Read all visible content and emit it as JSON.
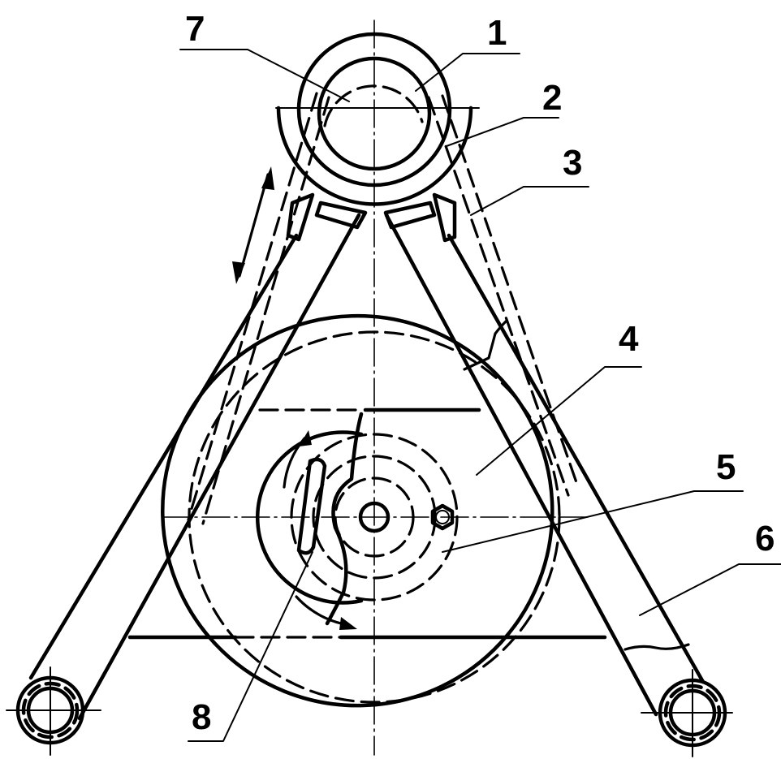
{
  "diagram": {
    "type": "technical-drawing",
    "subject": "belt drive on A-frame with large pulley, small drive roller and two base roller pivots",
    "ink_color": "#000000",
    "background_color": "#ffffff",
    "callouts": [
      {
        "id": "1",
        "label": "1",
        "target": "inner ring of top roller"
      },
      {
        "id": "2",
        "label": "2",
        "target": "semicircular cradle under top roller"
      },
      {
        "id": "3",
        "label": "3",
        "target": "belt (dashed) on right run"
      },
      {
        "id": "4",
        "label": "4",
        "target": "large disk / pulley"
      },
      {
        "id": "5",
        "label": "5",
        "target": "hub with nut"
      },
      {
        "id": "6",
        "label": "6",
        "target": "right frame leg"
      },
      {
        "id": "7",
        "label": "7",
        "target": "top drive roller"
      },
      {
        "id": "8",
        "label": "8",
        "target": "arc slot with bolt"
      }
    ],
    "annotations": {
      "double_arrow": "belt travel (reciprocating) on left run",
      "rotation_arrows": "rotation direction around hub"
    }
  }
}
